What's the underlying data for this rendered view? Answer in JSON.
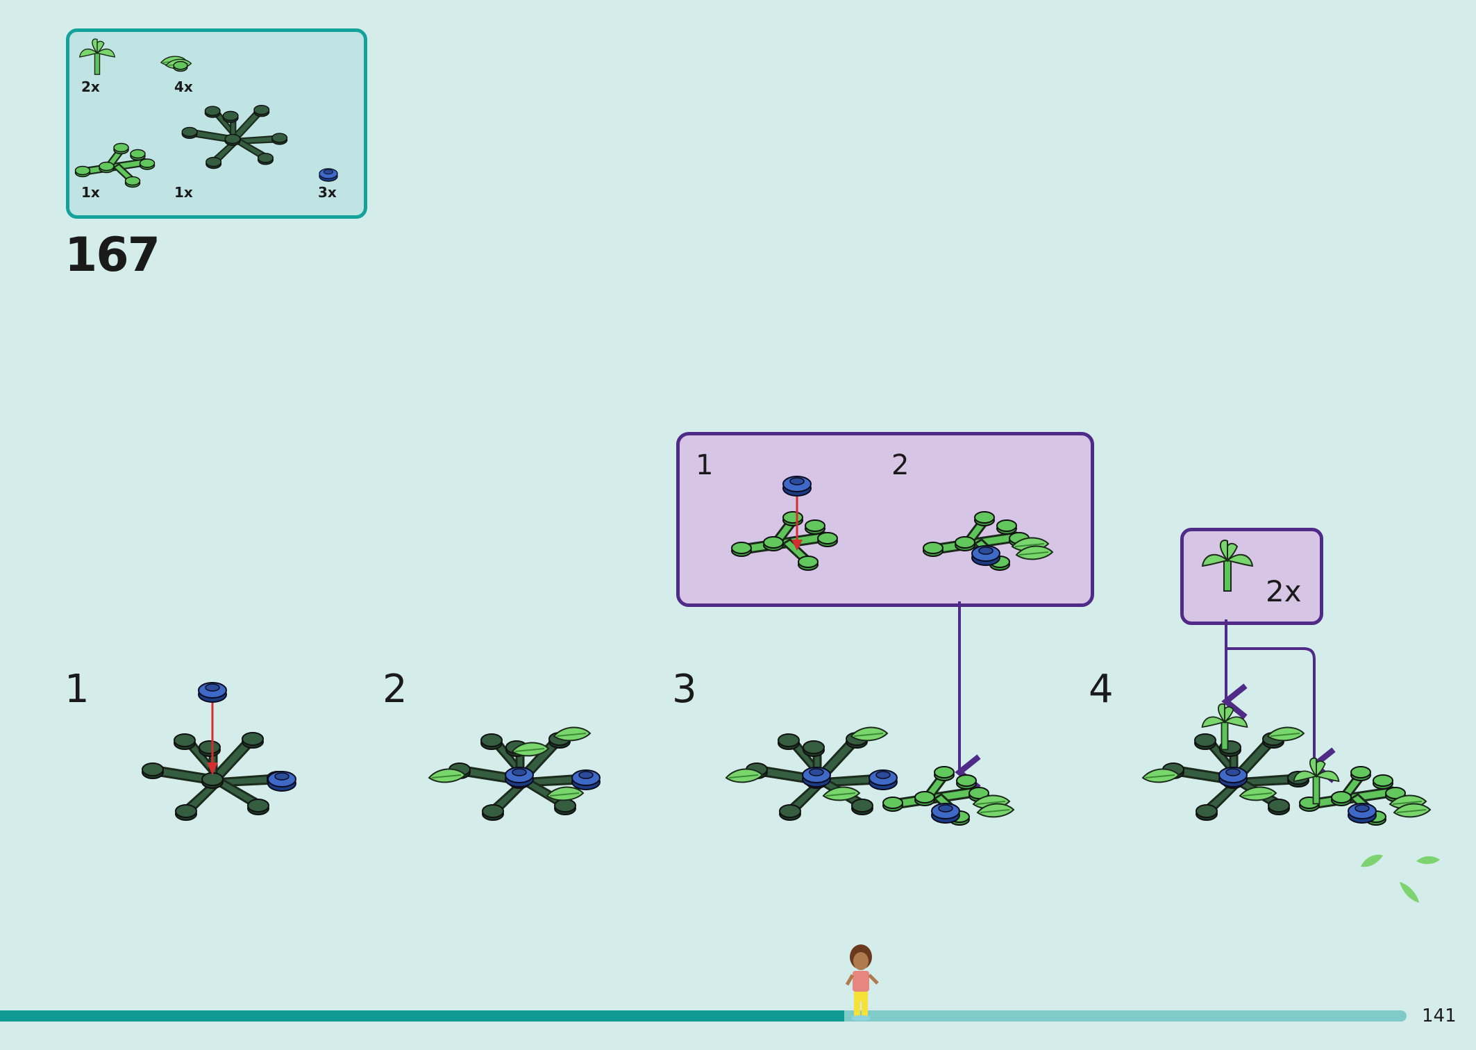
{
  "parts": [
    {
      "name": "palm-leaf-top",
      "count": "2x"
    },
    {
      "name": "leaf-plate",
      "count": "4x"
    },
    {
      "name": "bright-green-branch",
      "count": "1x"
    },
    {
      "name": "dark-green-branch-plate",
      "count": "1x"
    },
    {
      "name": "blue-round-stud",
      "count": "3x"
    }
  ],
  "build_step_number": "167",
  "sub_steps": [
    "1",
    "2",
    "3",
    "4"
  ],
  "callout_sub_steps": [
    "1",
    "2"
  ],
  "multiplier_label": "2x",
  "page_number": "141",
  "progress": 0.6,
  "colors": {
    "background": "#d4ecea",
    "parts_box_border": "#13a29a",
    "callout_border": "#4f2a86",
    "callout_fill": "#d6c5e5",
    "dark_green": "#2f5a3a",
    "bright_green": "#5fc45a",
    "blue": "#2d57b3",
    "arrow_red": "#d32f2f",
    "progress_fill": "#0f9a93",
    "progress_track": "#7fcbc9"
  }
}
